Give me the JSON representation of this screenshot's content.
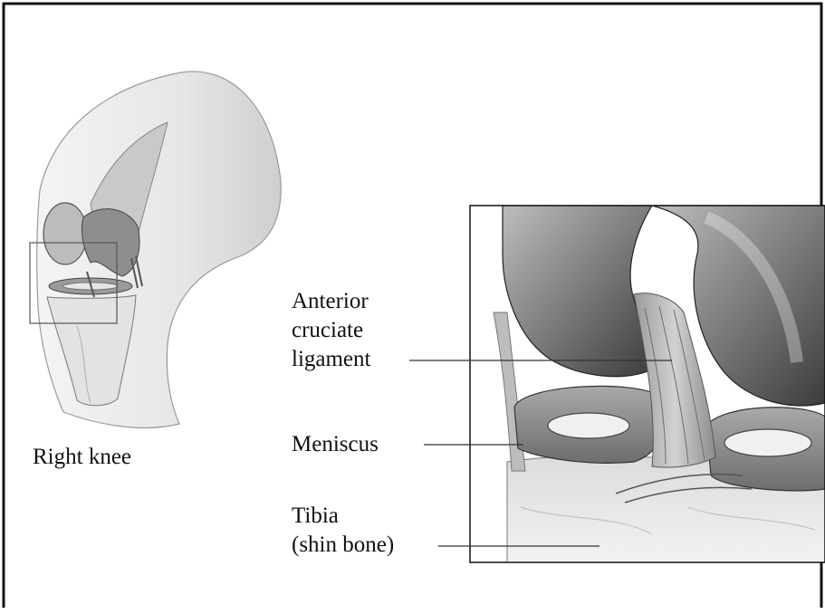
{
  "labels": {
    "knee_caption": "Right knee",
    "acl": [
      "Anterior",
      "cruciate",
      "ligament"
    ],
    "meniscus": "Meniscus",
    "tibia": [
      "Tibia",
      "(shin bone)"
    ]
  },
  "colors": {
    "border": "#111111",
    "bone": "#d8d8d8",
    "bone_dark": "#8a8a8a",
    "skin": "#ececec",
    "leader": "#333333"
  }
}
